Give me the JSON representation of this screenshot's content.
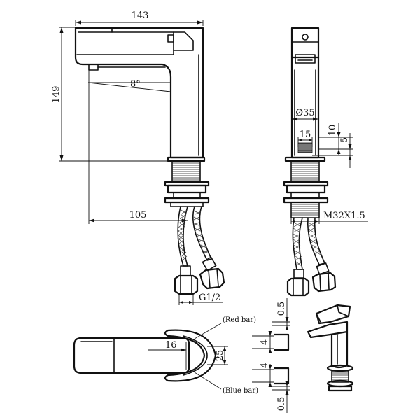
{
  "dimensions": {
    "total_width": "143",
    "total_height": "149",
    "spout_angle": "8°",
    "spout_reach": "105",
    "body_diameter": "Ø35",
    "cartridge_width": "15",
    "top_offset": "10",
    "step_height": "5",
    "mount_thread": "M32X1.5",
    "inlet_thread": "G1/2",
    "handle_offset": "16",
    "handle_depth": "25",
    "gap_top": "0.5",
    "gap_upper": "4",
    "gap_lower": "4",
    "gap_bottom": "0.5"
  },
  "labels": {
    "red_bar": "(Red bar)",
    "blue_bar": "(Blue bar)"
  }
}
